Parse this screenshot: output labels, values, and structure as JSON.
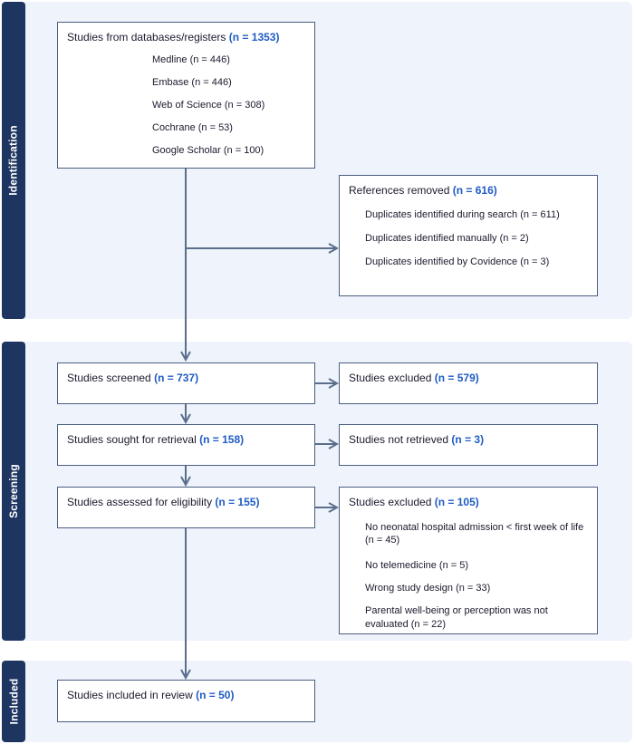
{
  "phases": {
    "identification": "Identification",
    "screening": "Screening",
    "included": "Included"
  },
  "identification": {
    "records": {
      "title": "Studies from databases/registers",
      "n": "(n = 1353)",
      "items": [
        "Medline (n = 446)",
        "Embase (n = 446)",
        "Web of Science (n = 308)",
        "Cochrane (n = 53)",
        "Google Scholar (n = 100)"
      ]
    },
    "removed": {
      "title": "References removed",
      "n": "(n = 616)",
      "items": [
        "Duplicates identified during search (n = 611)",
        "Duplicates identified manually (n = 2)",
        "Duplicates identified by Covidence (n = 3)"
      ]
    }
  },
  "screening": {
    "screened": {
      "title": "Studies screened",
      "n": "(n = 737)"
    },
    "excluded1": {
      "title": "Studies excluded",
      "n": "(n = 579)"
    },
    "sought": {
      "title": "Studies sought for retrieval",
      "n": "(n = 158)"
    },
    "not_retrieved": {
      "title": "Studies not retrieved",
      "n": "(n = 3)"
    },
    "assessed": {
      "title": "Studies assessed for eligibility",
      "n": "(n = 155)"
    },
    "excluded2": {
      "title": "Studies excluded",
      "n": "(n = 105)",
      "items": [
        "No neonatal hospital admission < first week of life",
        "(n = 45)",
        "No telemedicine (n = 5)",
        "Wrong study design (n = 33)",
        "Parental well-being or perception was not",
        "evaluated (n = 22)"
      ]
    }
  },
  "included": {
    "review": {
      "title": "Studies included in review",
      "n": "(n = 50)"
    }
  },
  "colors": {
    "phase_bg": "#eef3fc",
    "phase_label": "#1e3561",
    "accent": "#1f5bc4",
    "border": "#4a5f80"
  }
}
